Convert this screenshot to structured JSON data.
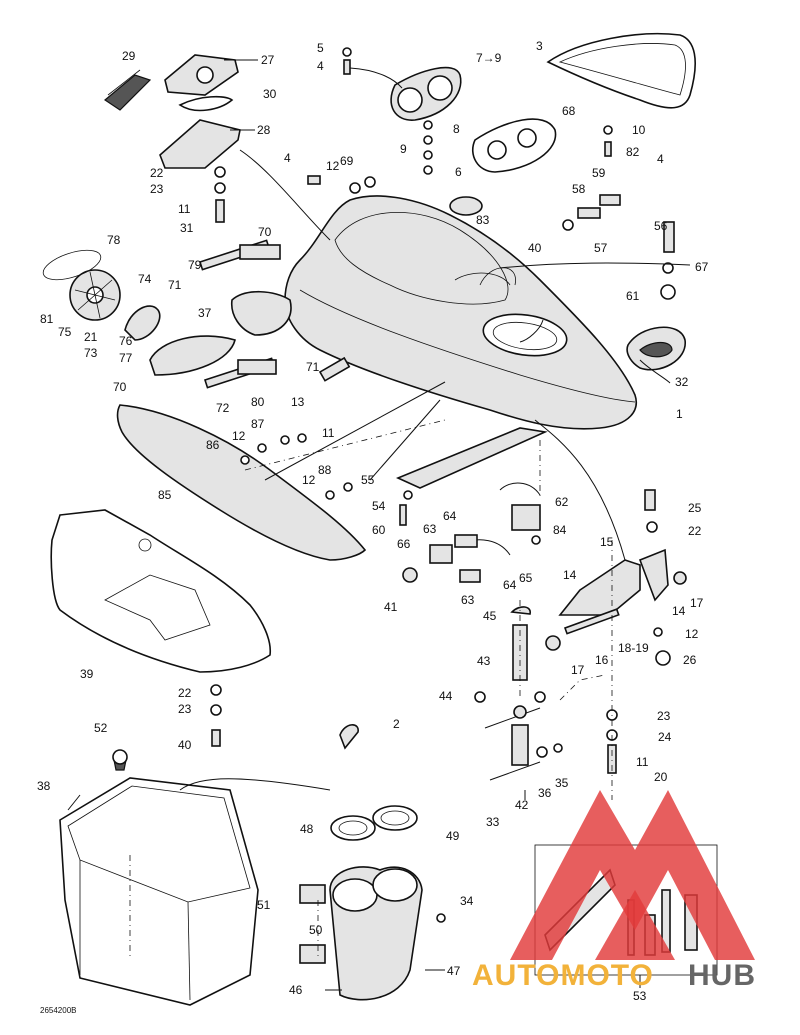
{
  "labels": [
    "1",
    "2",
    "3",
    "4",
    "4",
    "4",
    "5",
    "6",
    "7→9",
    "8",
    "9",
    "10",
    "11",
    "11",
    "11",
    "12",
    "12",
    "12",
    "12",
    "13",
    "14",
    "14",
    "15",
    "16",
    "17",
    "17",
    "18-19",
    "20",
    "21",
    "22",
    "22",
    "22",
    "23",
    "23",
    "23",
    "24",
    "25",
    "26",
    "27",
    "28",
    "29",
    "30",
    "31",
    "32",
    "33",
    "34",
    "35",
    "36",
    "37",
    "38",
    "39",
    "40",
    "40",
    "41",
    "42",
    "43",
    "44",
    "45",
    "46",
    "47",
    "48",
    "49",
    "50",
    "51",
    "52",
    "53",
    "54",
    "55",
    "56",
    "57",
    "58",
    "59",
    "60",
    "61",
    "62",
    "63",
    "63",
    "64",
    "64",
    "65",
    "66",
    "67",
    "68",
    "69",
    "70",
    "70",
    "71",
    "71",
    "72",
    "73",
    "74",
    "75",
    "76",
    "77",
    "78",
    "79",
    "80",
    "81",
    "82",
    "83",
    "84",
    "85",
    "86",
    "87",
    "88"
  ],
  "drawing_code": "2654200B",
  "watermark": {
    "part1": "AUTOMOTO",
    "part2": "HUB"
  },
  "colors": {
    "ink": "#111111",
    "part_fill": "#e4e4e4",
    "logo_red": "#e23a3a",
    "logo_yellow": "#f2b23a",
    "logo_gray": "#666666"
  }
}
